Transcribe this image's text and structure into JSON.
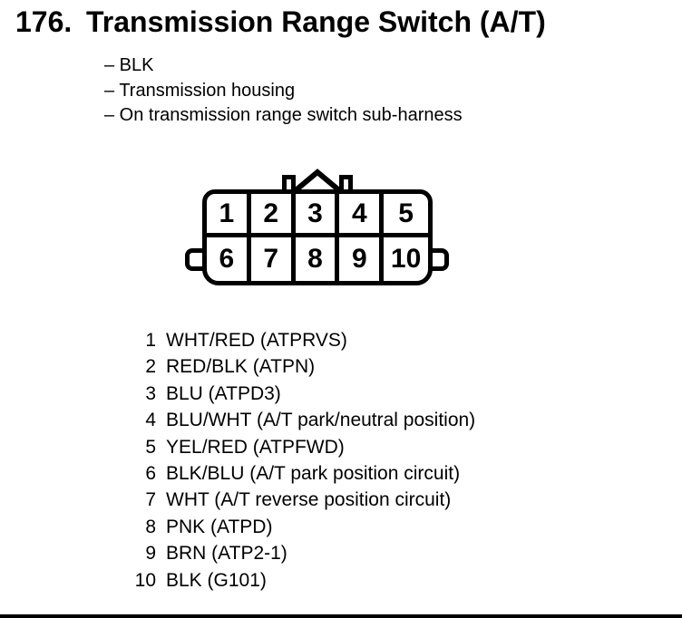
{
  "page": {
    "section_number": "176.",
    "title": "Transmission Range Switch (A/T)",
    "bullets": [
      "– BLK",
      "– Transmission housing",
      "– On transmission range switch sub-harness"
    ]
  },
  "connector": {
    "pins": [
      "1",
      "2",
      "3",
      "4",
      "5",
      "6",
      "7",
      "8",
      "9",
      "10"
    ]
  },
  "pin_list": [
    {
      "num": "1",
      "desc": "WHT/RED (ATPRVS)"
    },
    {
      "num": "2",
      "desc": "RED/BLK (ATPN)"
    },
    {
      "num": "3",
      "desc": "BLU (ATPD3)"
    },
    {
      "num": "4",
      "desc": "BLU/WHT (A/T park/neutral position)"
    },
    {
      "num": "5",
      "desc": "YEL/RED (ATPFWD)"
    },
    {
      "num": "6",
      "desc": "BLK/BLU (A/T park position circuit)"
    },
    {
      "num": "7",
      "desc": "WHT (A/T reverse position circuit)"
    },
    {
      "num": "8",
      "desc": "PNK (ATPD)"
    },
    {
      "num": "9",
      "desc": "BRN (ATP2-1)"
    },
    {
      "num": "10",
      "desc": "BLK (G101)"
    }
  ],
  "colors": {
    "ink": "#000000",
    "paper": "#ffffff"
  }
}
